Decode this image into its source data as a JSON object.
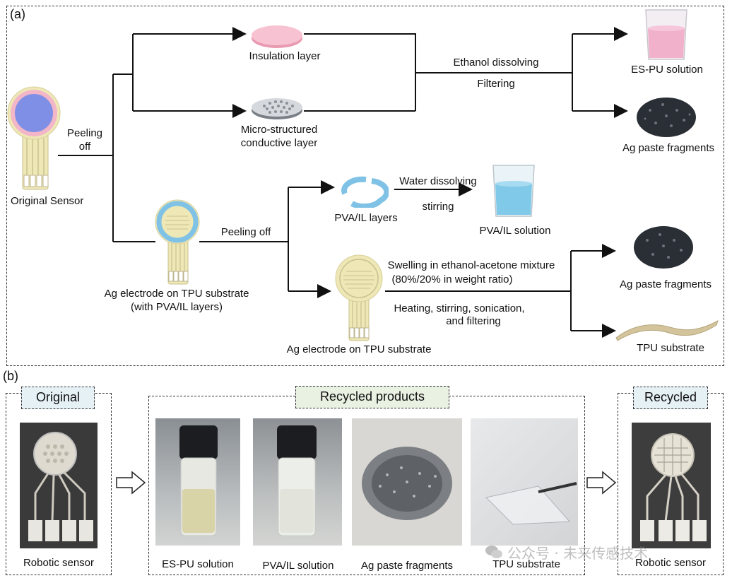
{
  "panel_a": {
    "label": "(a)",
    "original_sensor": "Original Sensor",
    "peeling_off_1": "Peeling",
    "peeling_off_2": "off",
    "insulation_layer": "Insulation layer",
    "micro_layer_1": "Micro-structured",
    "micro_layer_2": "conductive layer",
    "ethanol_dissolving": "Ethanol dissolving",
    "filtering": "Filtering",
    "es_pu_solution": "ES-PU solution",
    "ag_paste_fragments_top": "Ag paste fragments",
    "ag_tpu_pva_1": "Ag electrode on TPU substrate",
    "ag_tpu_pva_2": "(with PVA/IL layers)",
    "peeling_off_mid": "Peeling off",
    "pva_il_layers": "PVA/IL layers",
    "water_dissolving": "Water dissolving",
    "stirring": "stirring",
    "pva_il_solution": "PVA/IL solution",
    "swelling_1": "Swelling in ethanol-acetone mixture",
    "swelling_2": "(80%/20% in weight ratio)",
    "heating_1": "Heating, stirring, sonication,",
    "heating_2": "and filtering",
    "ag_tpu_substrate": "Ag electrode on TPU substrate",
    "ag_paste_fragments_bottom": "Ag paste fragments",
    "tpu_substrate": "TPU substrate"
  },
  "panel_b": {
    "label": "(b)",
    "original_title": "Original",
    "recycled_products_title": "Recycled products",
    "recycled_title": "Recycled",
    "robotic_sensor_original": "Robotic sensor",
    "robotic_sensor_recycled": "Robotic sensor",
    "products": [
      {
        "caption": "ES-PU solution"
      },
      {
        "caption": "PVA/IL solution"
      },
      {
        "caption": "Ag paste fragments"
      },
      {
        "caption": "TPU substrate"
      }
    ]
  },
  "watermark": {
    "text": "公众号 · 未来传感技术"
  },
  "colors": {
    "pink_layer": "#f2b6c8",
    "blue_layer": "#7fb6e6",
    "electrode_beige": "#eee7b6",
    "tpu_tan": "#d4c49c",
    "ag_dark": "#2a2f36",
    "tag_bg": "#e9f1e2",
    "tag_bg_blue": "#e6f1f6"
  }
}
